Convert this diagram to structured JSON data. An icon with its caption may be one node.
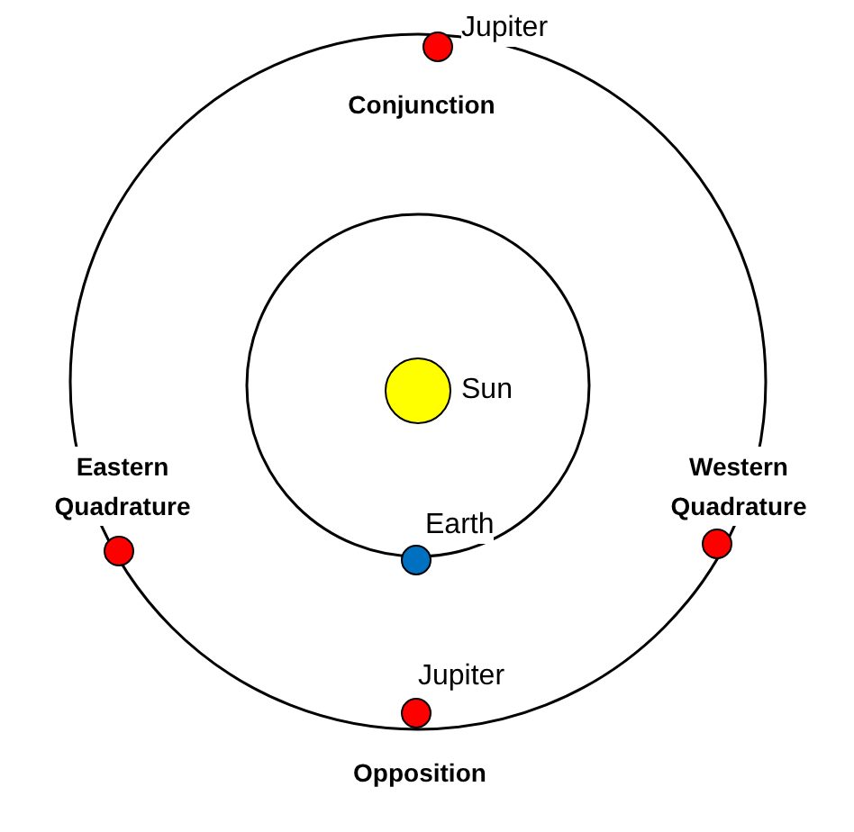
{
  "diagram": {
    "nodes": [
      {
        "text": [],
        "shape": "circle",
        "beside": [
          "Jupiter",
          "Conjunction"
        ]
      },
      {
        "text": [],
        "shape": "circle",
        "beside": [
          "Sun"
        ]
      },
      {
        "text": [],
        "shape": "circle",
        "beside": [
          "Eastern Quadrature"
        ]
      },
      {
        "text": [],
        "shape": "circle",
        "beside": [
          "Western Quadrature"
        ]
      },
      {
        "text": [],
        "shape": "circle",
        "beside": [
          "Earth"
        ]
      },
      {
        "text": [],
        "shape": "circle",
        "beside": [
          "Jupiter",
          "Opposition"
        ]
      }
    ],
    "edges": []
  }
}
